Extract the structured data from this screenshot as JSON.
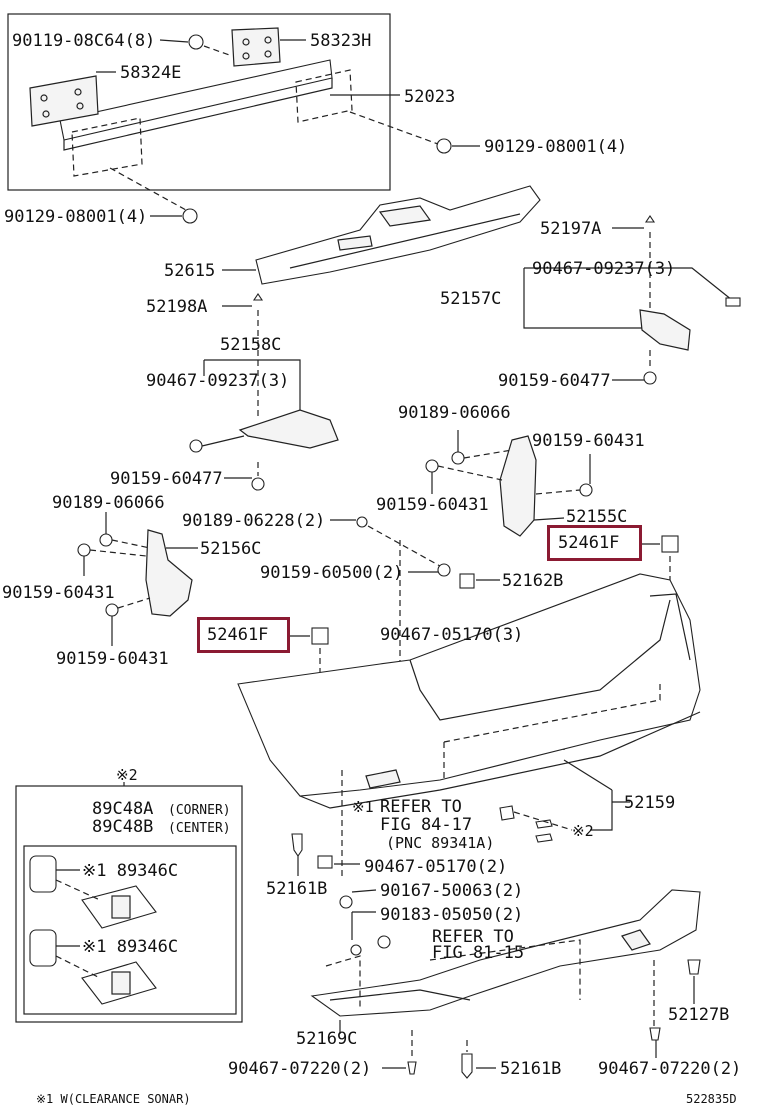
{
  "diagram_id": "522835D",
  "footnote": "※1 W(CLEARANCE SONAR)",
  "labels": {
    "p90119": "90119-08C64(8)",
    "p58323H": "58323H",
    "p58324E": "58324E",
    "p52023": "52023",
    "p90129a": "90129-08001(4)",
    "p90129b": "90129-08001(4)",
    "p52197A": "52197A",
    "p52615": "52615",
    "p90467a": "90467-09237(3)",
    "p52157C": "52157C",
    "p52198A": "52198A",
    "p52158C": "52158C",
    "p90467b": "90467-09237(3)",
    "p90159a": "90159-60477",
    "p90159b": "90159-60477",
    "p90189a": "90189-06066",
    "p90159c": "90159-60431",
    "p90159d": "90159-60431",
    "p52155C": "52155C",
    "p90189b": "90189-06066",
    "p90189c": "90189-06228(2)",
    "p52156C": "52156C",
    "p52461Fa": "52461F",
    "p90159e": "90159-60431",
    "p90159f": "90159-60500(2)",
    "p52162B": "52162B",
    "p90159g": "90159-60431",
    "p52461Fb": "52461F",
    "p90467c": "90467-05170(3)",
    "note_mark": "※2",
    "p89C48A": "89C48A",
    "p89C48A_note": "(CORNER)",
    "p89C48B": "89C48B",
    "p89C48B_note": "(CENTER)",
    "ref1_mark": "※1",
    "ref1_a": "REFER TO",
    "ref1_b": "FIG 84-17",
    "ref1_c": "(PNC 89341A)",
    "p52159": "52159",
    "mark2b": "※2",
    "p89346C_a": "※1 89346C",
    "p89346C_b": "※1 89346C",
    "p90467d": "90467-05170(2)",
    "p52161B_a": "52161B",
    "p90167": "90167-50063(2)",
    "p90183": "90183-05050(2)",
    "ref2_a": "REFER TO",
    "ref2_b": "FIG 81-15",
    "p52127B": "52127B",
    "p52169C": "52169C",
    "p90467e": "90467-07220(2)",
    "p52161B_b": "52161B",
    "p90467f": "90467-07220(2)"
  },
  "highlight_color": "#8b1a32"
}
